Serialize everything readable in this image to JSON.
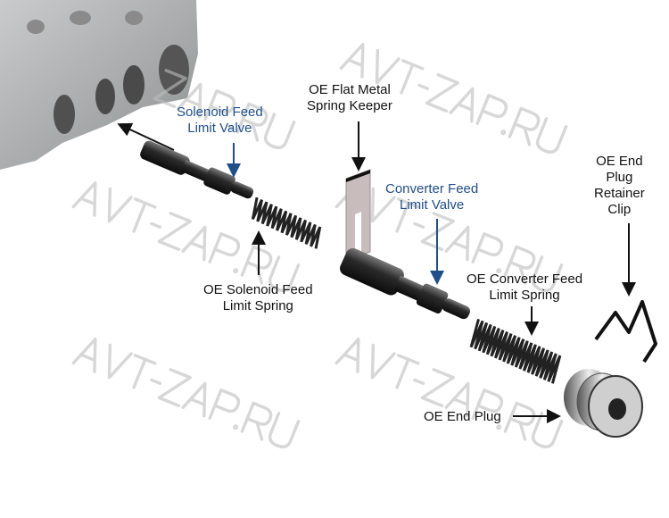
{
  "watermark": "AVT-ZAP.RU",
  "labels": {
    "solenoid_feed_valve": [
      "Solenoid Feed",
      "Limit Valve"
    ],
    "flat_metal_keeper": [
      "OE Flat Metal",
      "Spring Keeper"
    ],
    "converter_feed_valve": [
      "Converter Feed",
      "Limit Valve"
    ],
    "end_plug_clip": [
      "OE End",
      "Plug",
      "Retainer",
      "Clip"
    ],
    "solenoid_feed_spring": [
      "OE Solenoid Feed",
      "Limit Spring"
    ],
    "converter_feed_spring": [
      "OE Converter Feed",
      "Limit Spring"
    ],
    "end_plug": "OE End Plug"
  },
  "colors": {
    "highlight_label": "#1f4e8c",
    "label": "#111111"
  }
}
